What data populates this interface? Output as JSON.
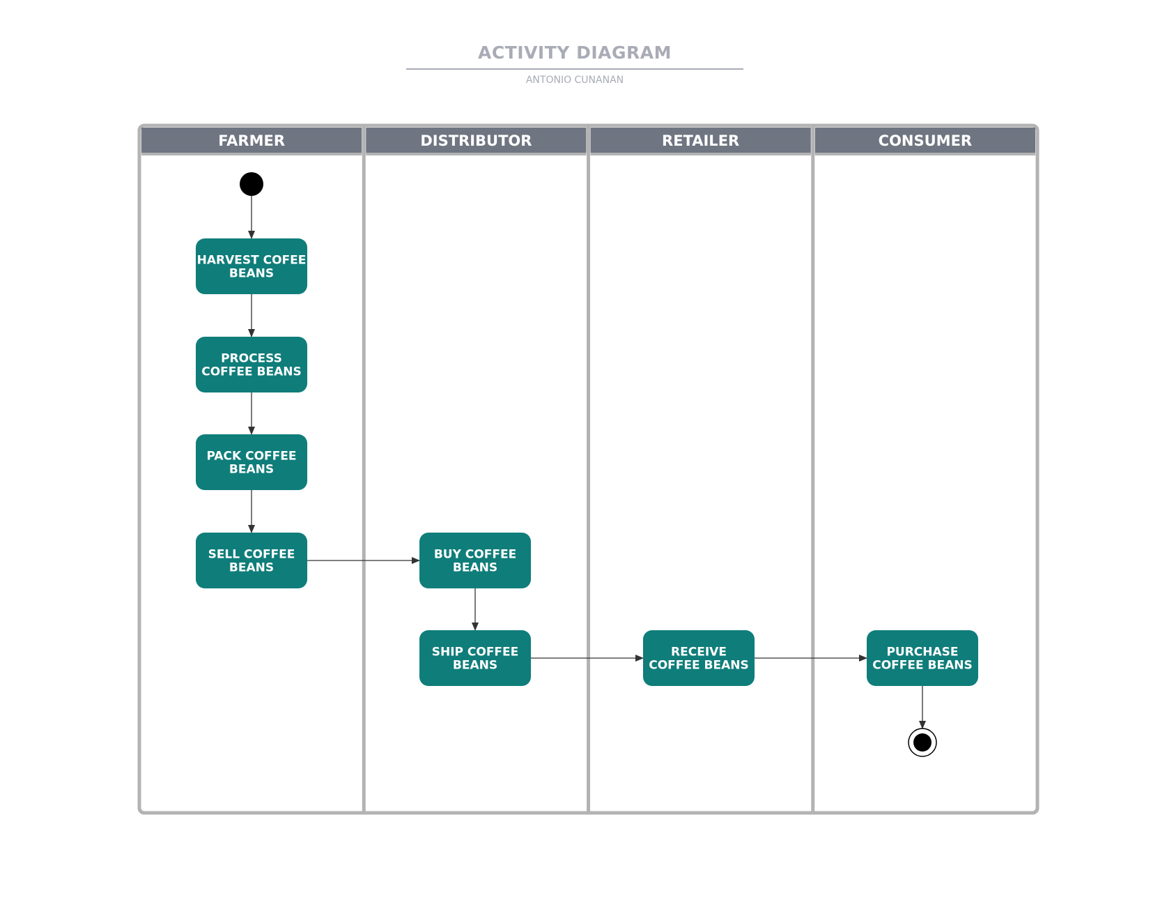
{
  "header": {
    "title": "ACTIVITY DIAGRAM",
    "author": "ANTONIO CUNANAN"
  },
  "colors": {
    "lane_header": "#6f7581",
    "lane_border": "#b3b3b3",
    "activity_fill": "#0f7d7a",
    "text_muted": "#a9acb6",
    "edge": "#333333"
  },
  "lanes": [
    {
      "id": "farmer",
      "label": "FARMER"
    },
    {
      "id": "distributor",
      "label": "DISTRIBUTOR"
    },
    {
      "id": "retailer",
      "label": "RETAILER"
    },
    {
      "id": "consumer",
      "label": "CONSUMER"
    }
  ],
  "nodes": [
    {
      "id": "start",
      "type": "initial",
      "lane": "farmer"
    },
    {
      "id": "harvest",
      "type": "activity",
      "lane": "farmer",
      "label": [
        "HARVEST COFEE",
        "BEANS"
      ]
    },
    {
      "id": "process",
      "type": "activity",
      "lane": "farmer",
      "label": [
        "PROCESS",
        "COFFEE BEANS"
      ]
    },
    {
      "id": "pack",
      "type": "activity",
      "lane": "farmer",
      "label": [
        "PACK COFFEE",
        "BEANS"
      ]
    },
    {
      "id": "sell",
      "type": "activity",
      "lane": "farmer",
      "label": [
        "SELL COFFEE",
        "BEANS"
      ]
    },
    {
      "id": "buy",
      "type": "activity",
      "lane": "distributor",
      "label": [
        "BUY COFFEE",
        "BEANS"
      ]
    },
    {
      "id": "ship",
      "type": "activity",
      "lane": "distributor",
      "label": [
        "SHIP COFFEE",
        "BEANS"
      ]
    },
    {
      "id": "receive",
      "type": "activity",
      "lane": "retailer",
      "label": [
        "RECEIVE",
        "COFFEE BEANS"
      ]
    },
    {
      "id": "purchase",
      "type": "activity",
      "lane": "consumer",
      "label": [
        "PURCHASE",
        "COFFEE BEANS"
      ]
    },
    {
      "id": "end",
      "type": "final",
      "lane": "consumer"
    }
  ],
  "edges": [
    {
      "from": "start",
      "to": "harvest"
    },
    {
      "from": "harvest",
      "to": "process"
    },
    {
      "from": "process",
      "to": "pack"
    },
    {
      "from": "pack",
      "to": "sell"
    },
    {
      "from": "sell",
      "to": "buy"
    },
    {
      "from": "buy",
      "to": "ship"
    },
    {
      "from": "ship",
      "to": "receive"
    },
    {
      "from": "receive",
      "to": "purchase"
    },
    {
      "from": "purchase",
      "to": "end"
    }
  ]
}
